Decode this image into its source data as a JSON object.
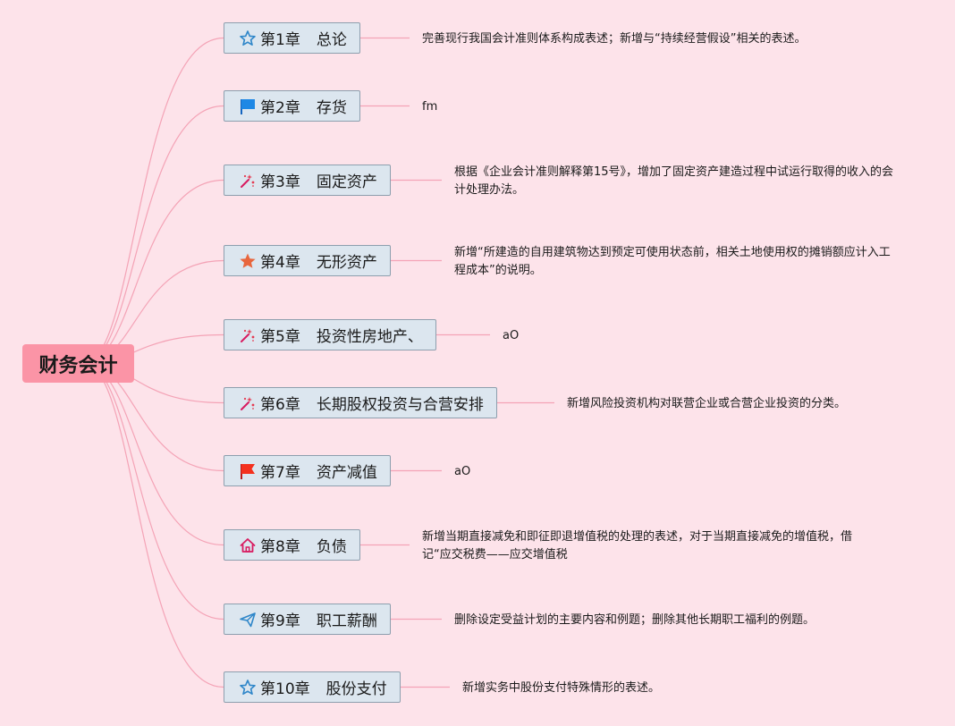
{
  "root": {
    "label": "财务会计"
  },
  "chapters": [
    {
      "number": "第1章",
      "title": "总论",
      "icon": "star-outline-icon",
      "note": "完善现行我国会计准则体系构成表述；新增与“持续经营假设”相关的表述。"
    },
    {
      "number": "第2章",
      "title": "存货",
      "icon": "blue-flag-icon",
      "note": "fm"
    },
    {
      "number": "第3章",
      "title": "固定资产",
      "icon": "sparkle-wand-icon",
      "note": "根据《企业会计准则解释第15号》，增加了固定资产建造过程中试运行取得的收入的会计处理办法。"
    },
    {
      "number": "第4章",
      "title": "无形资产",
      "icon": "orange-star-icon",
      "note": "新增“所建造的自用建筑物达到预定可使用状态前，相关土地使用权的摊销额应计入工程成本”的说明。"
    },
    {
      "number": "第5章",
      "title": "投资性房地产、",
      "icon": "sparkle-wand-icon",
      "note": "aO"
    },
    {
      "number": "第6章",
      "title": "长期股权投资与合营安排",
      "icon": "sparkle-wand-icon",
      "note": "新增风险投资机构对联营企业或合营企业投资的分类。"
    },
    {
      "number": "第7章",
      "title": "资产减值",
      "icon": "red-flag-icon",
      "note": "aO"
    },
    {
      "number": "第8章",
      "title": "负债",
      "icon": "house-icon",
      "note": "新增当期直接减免和即征即退增值税的处理的表述，对于当期直接减免的增值税，借记“应交税费——应交增值税"
    },
    {
      "number": "第9章",
      "title": "职工薪酬",
      "icon": "paper-plane-icon",
      "note": "删除设定受益计划的主要内容和例题；删除其他长期职工福利的例题。"
    },
    {
      "number": "第10章",
      "title": "股份支付",
      "icon": "star-outline-icon",
      "note": "新增实务中股份支付特殊情形的表述。"
    }
  ],
  "colors": {
    "background": "#fde3ea",
    "root_fill": "#fb94a6",
    "node_fill": "#dce6ef",
    "node_border": "#8d9fae",
    "connector": "#f4a3b6"
  }
}
